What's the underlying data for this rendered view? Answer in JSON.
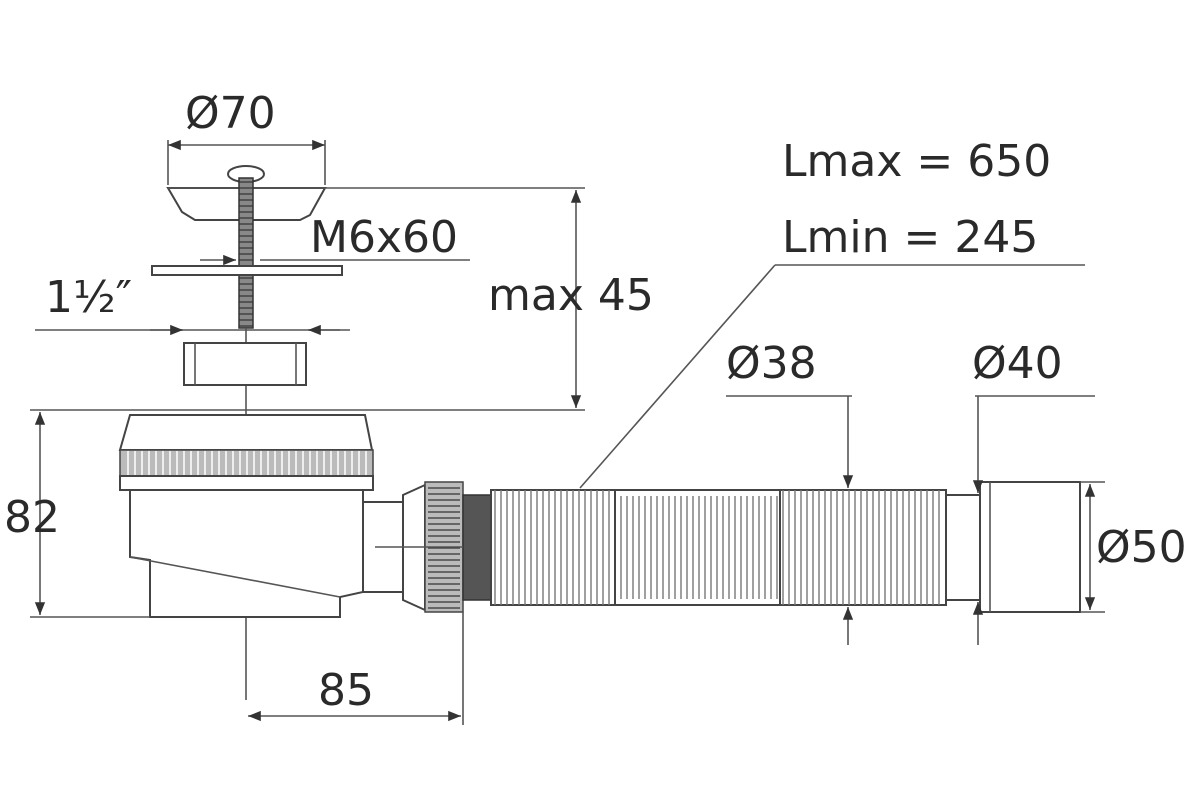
{
  "drawing": {
    "title": "Shower tray drain siphon with flexible hose",
    "labels": {
      "grate_diameter": "Ø70",
      "screw": "M6x60",
      "thread": "1½″",
      "max_thickness": "max 45",
      "hose_lmax": "Lmax = 650",
      "hose_lmin": "Lmin = 245",
      "hose_diameter": "Ø38",
      "outlet_inner": "Ø40",
      "outlet_outer": "Ø50",
      "height": "82",
      "offset": "85"
    }
  }
}
